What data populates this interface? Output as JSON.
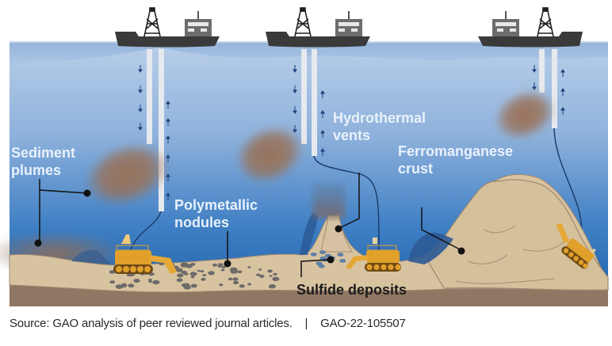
{
  "figure": {
    "title": "Deep-sea mining activities and environmental effects",
    "labels": {
      "sediment_plumes": [
        "Sediment",
        "plumes"
      ],
      "polymetallic_nodules": [
        "Polymetallic",
        "nodules"
      ],
      "hydrothermal_vents": [
        "Hydrothermal",
        "vents"
      ],
      "ferromanganese_crust": [
        "Ferromanganese",
        "crust"
      ],
      "sulfide_deposits": "Sulfide deposits"
    },
    "vessels": [
      {
        "name": "mining-vessel-left",
        "target": "Polymetallic nodules"
      },
      {
        "name": "mining-vessel-center",
        "target": "Sulfide deposits"
      },
      {
        "name": "mining-vessel-right",
        "target": "Ferromanganese crust"
      }
    ],
    "colors": {
      "ocean_top": "#a9c4e4",
      "ocean_bottom": "#1d5ea8",
      "seabed": "#d8c3a0",
      "bedrock": "#8f7764",
      "plume": "#9a6f52",
      "vehicle": "#e0a02a",
      "ship": "#3a3a3a",
      "pipe": "#e6e9ee",
      "nodule": "#6d6a6a",
      "leader_line": "#111111"
    }
  },
  "caption": {
    "source": "Source: GAO analysis of peer reviewed journal articles.",
    "separator": "|",
    "report_id": "GAO-22-105507"
  }
}
